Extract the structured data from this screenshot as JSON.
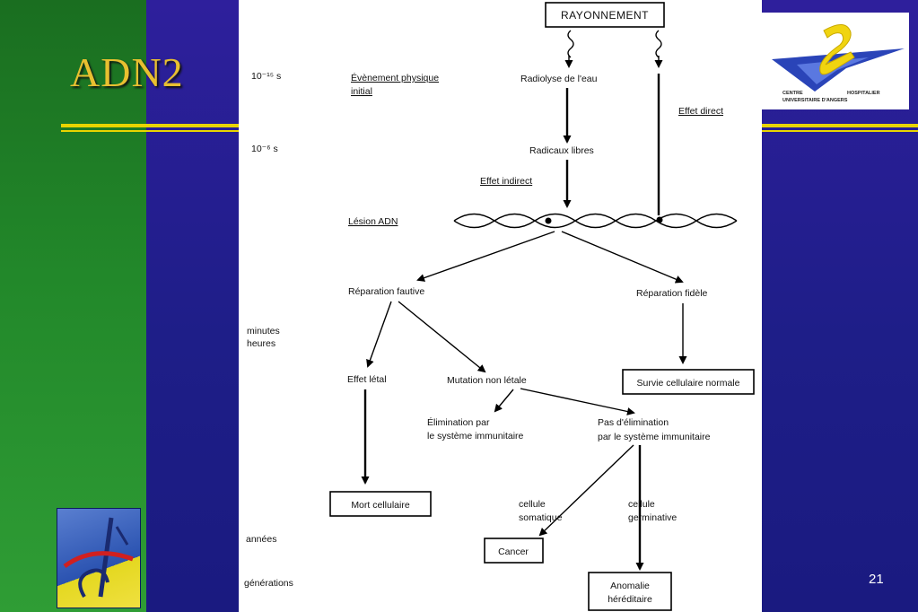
{
  "slide": {
    "title": "ADN2",
    "page_number": "21"
  },
  "logo": {
    "chu_line1_left": "CENTRE",
    "chu_line1_right": "HOSPITALIER",
    "chu_line2": "UNIVERSITAIRE D'ANGERS"
  },
  "diagram": {
    "radiation": "RAYONNEMENT",
    "time_1": "10⁻¹⁵ s",
    "time_2": "10⁻⁶ s",
    "time_minutes": "minutes",
    "time_hours": "heures",
    "time_years": "années",
    "time_generations": "générations",
    "physical_event_1": "Évènement physique",
    "physical_event_2": "initial",
    "radiolysis": "Radiolyse de l'eau",
    "direct_effect": "Effet direct",
    "free_radicals": "Radicaux libres",
    "indirect_effect": "Effet indirect",
    "dna_lesion": "Lésion ADN",
    "faulty_repair": "Réparation fautive",
    "faithful_repair": "Réparation fidèle",
    "lethal_effect": "Effet létal",
    "non_lethal_mutation": "Mutation non létale",
    "normal_survival": "Survie cellulaire normale",
    "elimination_1": "Élimination par",
    "elimination_2": "le système immunitaire",
    "no_elimination_1": "Pas d'élimination",
    "no_elimination_2": "par le système immunitaire",
    "cell_death": "Mort cellulaire",
    "somatic_1": "cellule",
    "somatic_2": "somatique",
    "germinal_1": "cellule",
    "germinal_2": "germinative",
    "cancer": "Cancer",
    "hereditary_1": "Anomalie",
    "hereditary_2": "héréditaire"
  }
}
